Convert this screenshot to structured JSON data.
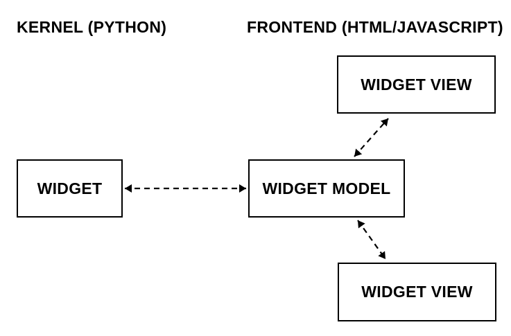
{
  "page": {
    "background": "#ffffff",
    "ink": "#000000"
  },
  "diagram": {
    "sections": [
      {
        "id": "kernel",
        "label": "KERNEL (PYTHON)"
      },
      {
        "id": "frontend",
        "label": "FRONTEND (HTML/JAVASCRIPT)"
      }
    ],
    "nodes": [
      {
        "id": "widget",
        "label": "WIDGET",
        "section": "kernel"
      },
      {
        "id": "widget-model",
        "label": "WIDGET MODEL",
        "section": "frontend"
      },
      {
        "id": "widget-view-top",
        "label": "WIDGET VIEW",
        "section": "frontend"
      },
      {
        "id": "widget-view-bottom",
        "label": "WIDGET VIEW",
        "section": "frontend"
      }
    ],
    "edges": [
      {
        "from": "widget",
        "to": "widget-model",
        "style": "dashed",
        "bidirectional": true
      },
      {
        "from": "widget-model",
        "to": "widget-view-top",
        "style": "dashed",
        "bidirectional": true
      },
      {
        "from": "widget-model",
        "to": "widget-view-bottom",
        "style": "dashed",
        "bidirectional": true
      }
    ]
  }
}
